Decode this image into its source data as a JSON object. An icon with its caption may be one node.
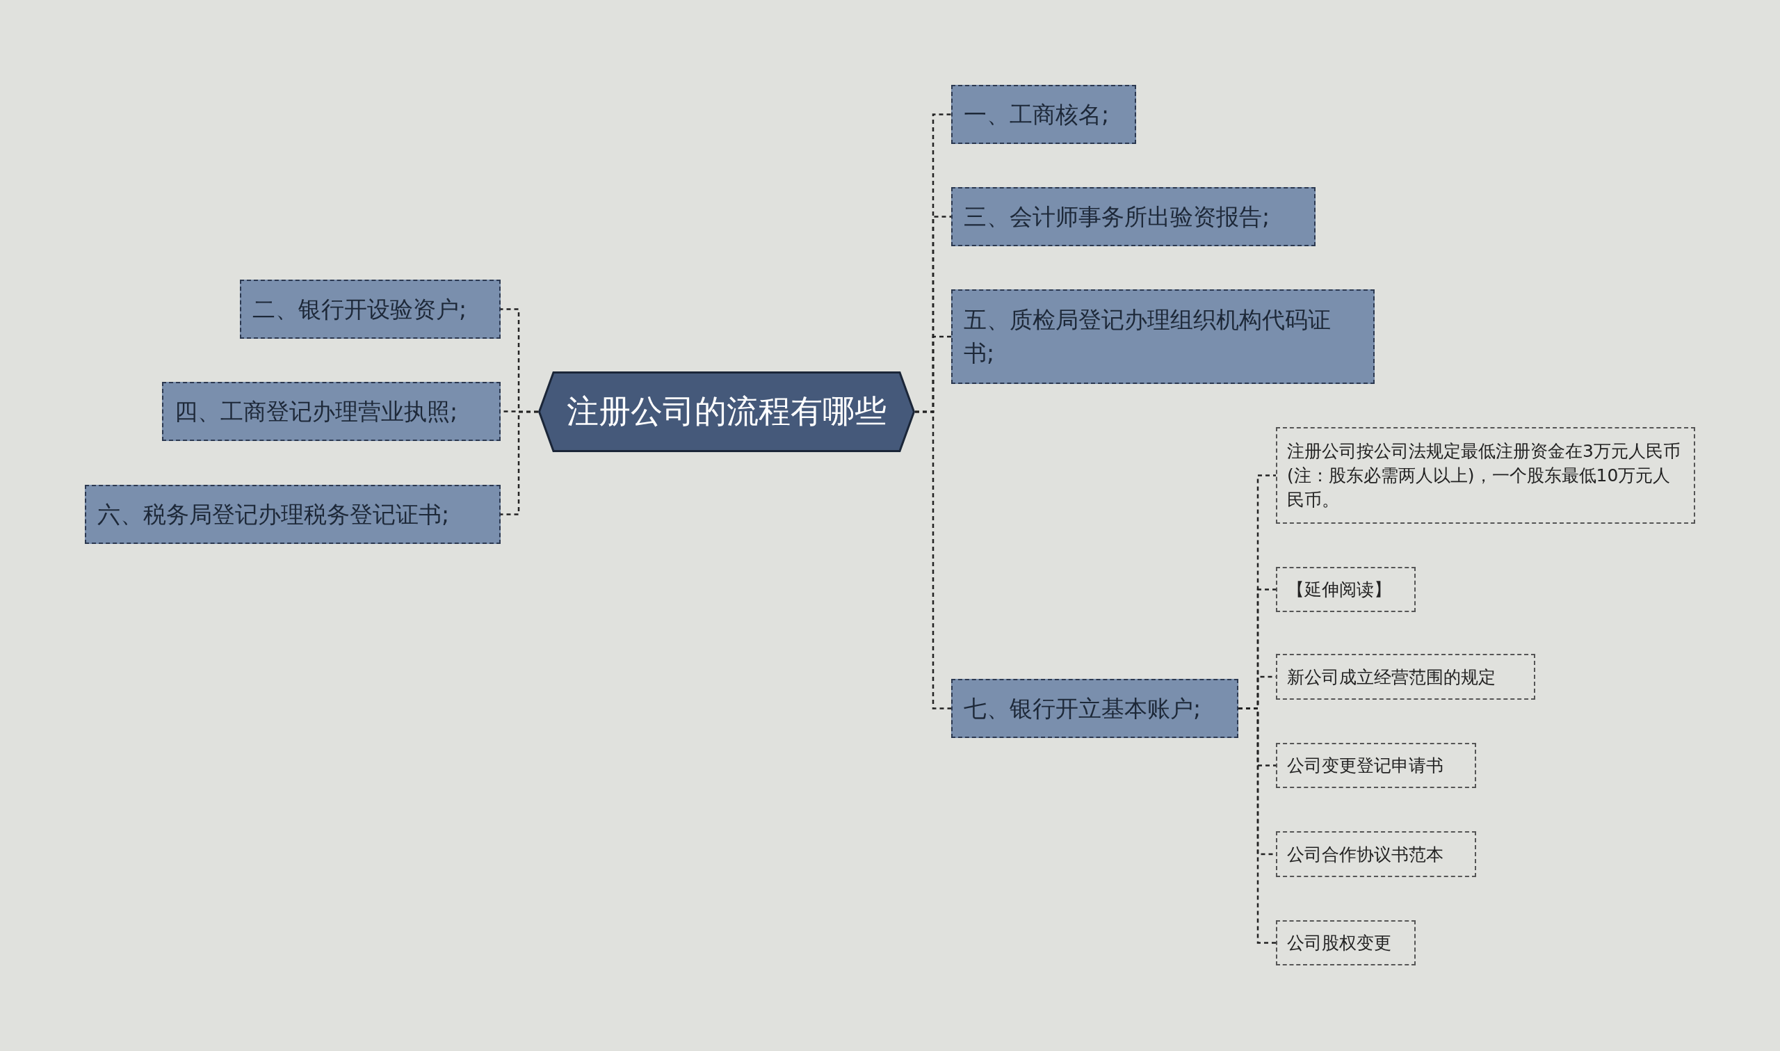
{
  "diagram": {
    "nodes": [
      {
        "text": [
          "注册公司的流程有哪些"
        ]
      },
      {
        "text": [
          "一、工商核名;"
        ]
      },
      {
        "text": [
          "二、银行开设验资户;"
        ]
      },
      {
        "text": [
          "三、会计师事务所出验资报告;"
        ]
      },
      {
        "text": [
          "四、工商登记办理营业执照;"
        ]
      },
      {
        "text": [
          "五、质检局登记办理组织机构代码证书;"
        ]
      },
      {
        "text": [
          "六、税务局登记办理税务登记证书;"
        ]
      },
      {
        "text": [
          "七、银行开立基本账户;"
        ]
      },
      {
        "text": [
          "注册公司按公司法规定最低注册资金在3万元人民币(注：股东必需两人以上)，一个股东最低10万元人民币。"
        ]
      },
      {
        "text": [
          "【延伸阅读】"
        ]
      },
      {
        "text": [
          "新公司成立经营范围的规定"
        ]
      },
      {
        "text": [
          "公司变更登记申请书"
        ]
      },
      {
        "text": [
          "公司合作协议书范本"
        ]
      },
      {
        "text": [
          "公司股权变更"
        ]
      }
    ],
    "edges": [
      {
        "from": 0,
        "to": 1,
        "arrow": "none"
      },
      {
        "from": 0,
        "to": 2,
        "arrow": "none"
      },
      {
        "from": 0,
        "to": 3,
        "arrow": "none"
      },
      {
        "from": 0,
        "to": 4,
        "arrow": "none"
      },
      {
        "from": 0,
        "to": 5,
        "arrow": "none"
      },
      {
        "from": 0,
        "to": 6,
        "arrow": "none"
      },
      {
        "from": 0,
        "to": 7,
        "arrow": "none"
      },
      {
        "from": 7,
        "to": 8,
        "arrow": "none"
      },
      {
        "from": 7,
        "to": 9,
        "arrow": "none"
      },
      {
        "from": 7,
        "to": 10,
        "arrow": "none"
      },
      {
        "from": 7,
        "to": 11,
        "arrow": "none"
      },
      {
        "from": 7,
        "to": 12,
        "arrow": "none"
      },
      {
        "from": 7,
        "to": 13,
        "arrow": "none"
      }
    ]
  }
}
